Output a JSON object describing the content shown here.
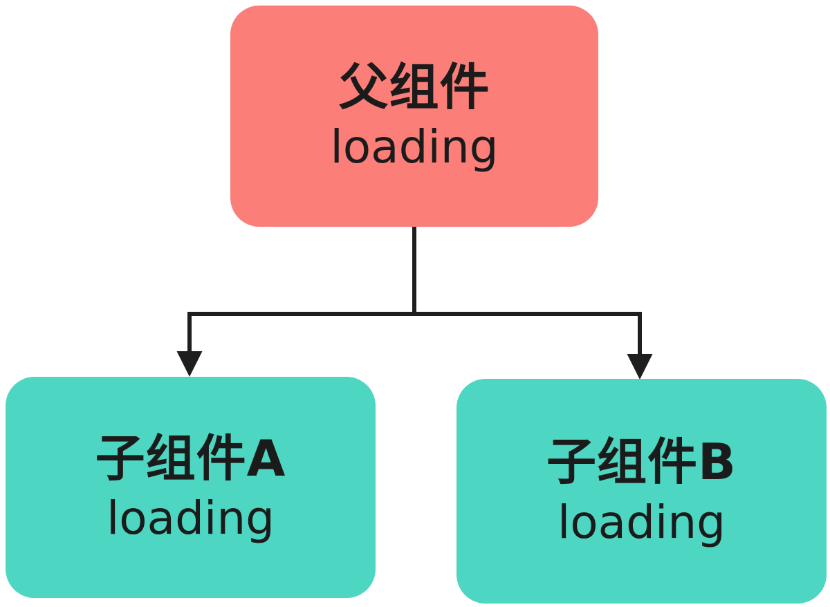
{
  "diagram": {
    "type": "flowchart",
    "background_color": "#ffffff",
    "line_color": "#1e1e1e",
    "text_color": "#1b1b1b",
    "nodes": [
      {
        "id": "parent",
        "title": "父组件",
        "subtitle": "loading",
        "fill": "#fb7e78"
      },
      {
        "id": "child-a",
        "title": "子组件A",
        "subtitle": "loading",
        "fill": "#4dd6c1"
      },
      {
        "id": "child-b",
        "title": "子组件B",
        "subtitle": "loading",
        "fill": "#4dd6c1"
      }
    ],
    "edges": [
      {
        "from": "父组件",
        "to": "子组件A"
      },
      {
        "from": "父组件",
        "to": "子组件B"
      }
    ]
  }
}
